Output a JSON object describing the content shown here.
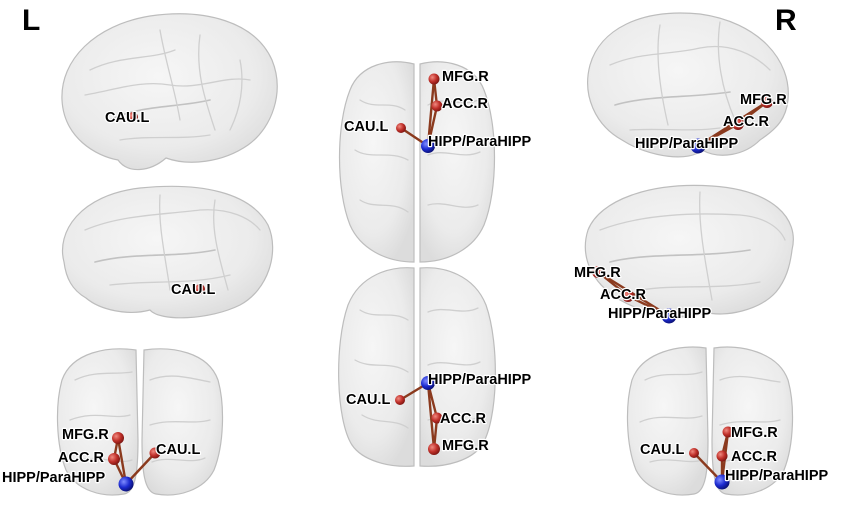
{
  "side_labels": {
    "left": "L",
    "right": "R"
  },
  "colors": {
    "region_node": "#c0302a",
    "hub_node": "#1c2ad0",
    "edge": "#8b3a1e",
    "brain_fill": "#eeeeee",
    "brain_outline": "#bdbdbd"
  },
  "nodes": {
    "mfg": {
      "label": "MFG.R",
      "type": "region"
    },
    "acc": {
      "label": "ACC.R",
      "type": "region"
    },
    "cau": {
      "label": "CAU.L",
      "type": "region"
    },
    "hipp": {
      "label": "HIPP/ParaHIPP",
      "type": "hub"
    }
  },
  "edges": [
    [
      "hipp",
      "cau"
    ],
    [
      "hipp",
      "acc"
    ],
    [
      "hipp",
      "mfg"
    ],
    [
      "acc",
      "mfg"
    ]
  ],
  "views": [
    {
      "id": "left-lateral",
      "shows": [
        "cau"
      ]
    },
    {
      "id": "left-medial",
      "shows": [
        "cau"
      ]
    },
    {
      "id": "anterior-left",
      "shows": [
        "mfg",
        "acc",
        "hipp",
        "cau"
      ]
    },
    {
      "id": "dorsal",
      "shows": [
        "mfg",
        "acc",
        "cau",
        "hipp"
      ]
    },
    {
      "id": "ventral",
      "shows": [
        "hipp",
        "cau",
        "acc",
        "mfg"
      ]
    },
    {
      "id": "right-lateral",
      "shows": [
        "mfg",
        "acc",
        "hipp"
      ]
    },
    {
      "id": "right-medial",
      "shows": [
        "mfg",
        "acc",
        "hipp"
      ]
    },
    {
      "id": "posterior-right",
      "shows": [
        "cau",
        "mfg",
        "acc",
        "hipp"
      ]
    }
  ]
}
